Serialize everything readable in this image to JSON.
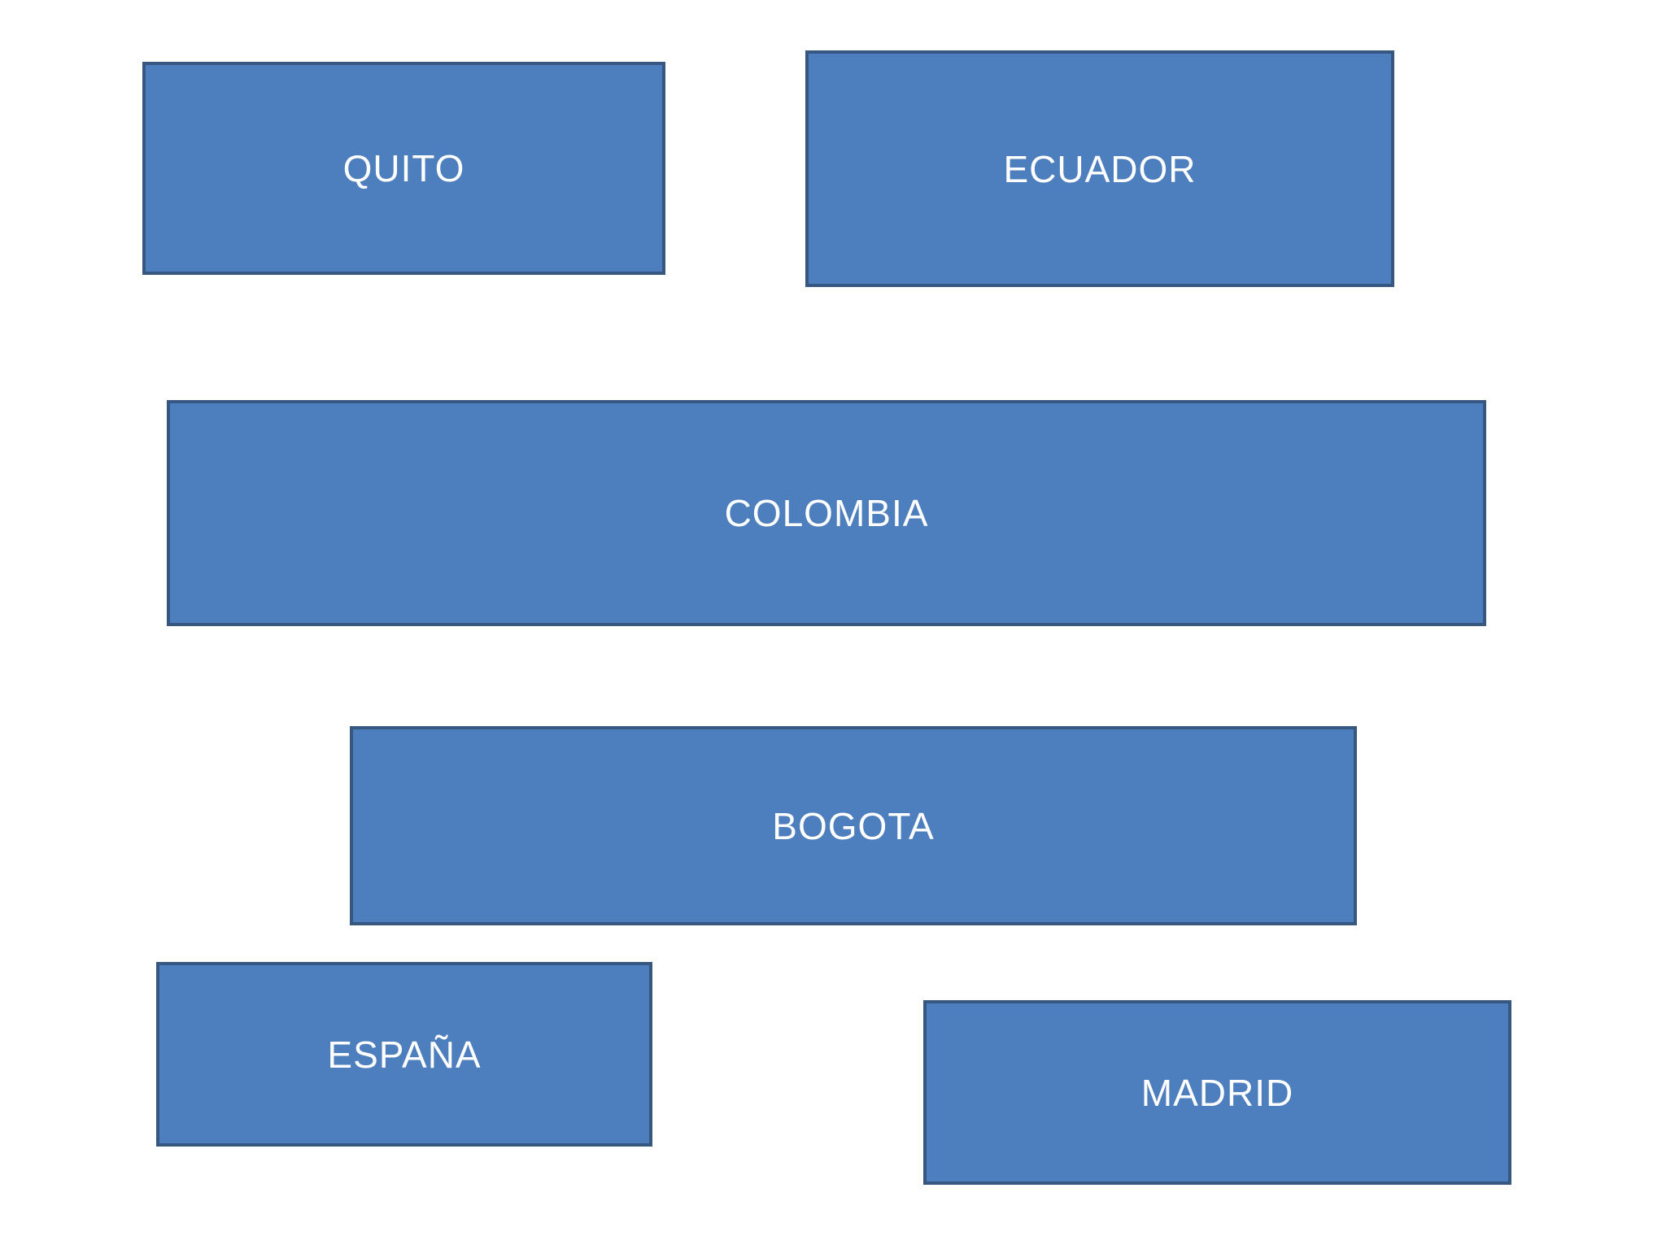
{
  "style": {
    "box_fill": "#4d7ebd",
    "box_border": "#36577f",
    "label_color": "#ffffff",
    "background": "#ffffff"
  },
  "boxes": [
    {
      "id": "quito",
      "label": "QUITO"
    },
    {
      "id": "ecuador",
      "label": "ECUADOR"
    },
    {
      "id": "colombia",
      "label": "COLOMBIA"
    },
    {
      "id": "bogota",
      "label": "BOGOTA"
    },
    {
      "id": "espana",
      "label": "ESPAÑA"
    },
    {
      "id": "madrid",
      "label": "MADRID"
    }
  ]
}
